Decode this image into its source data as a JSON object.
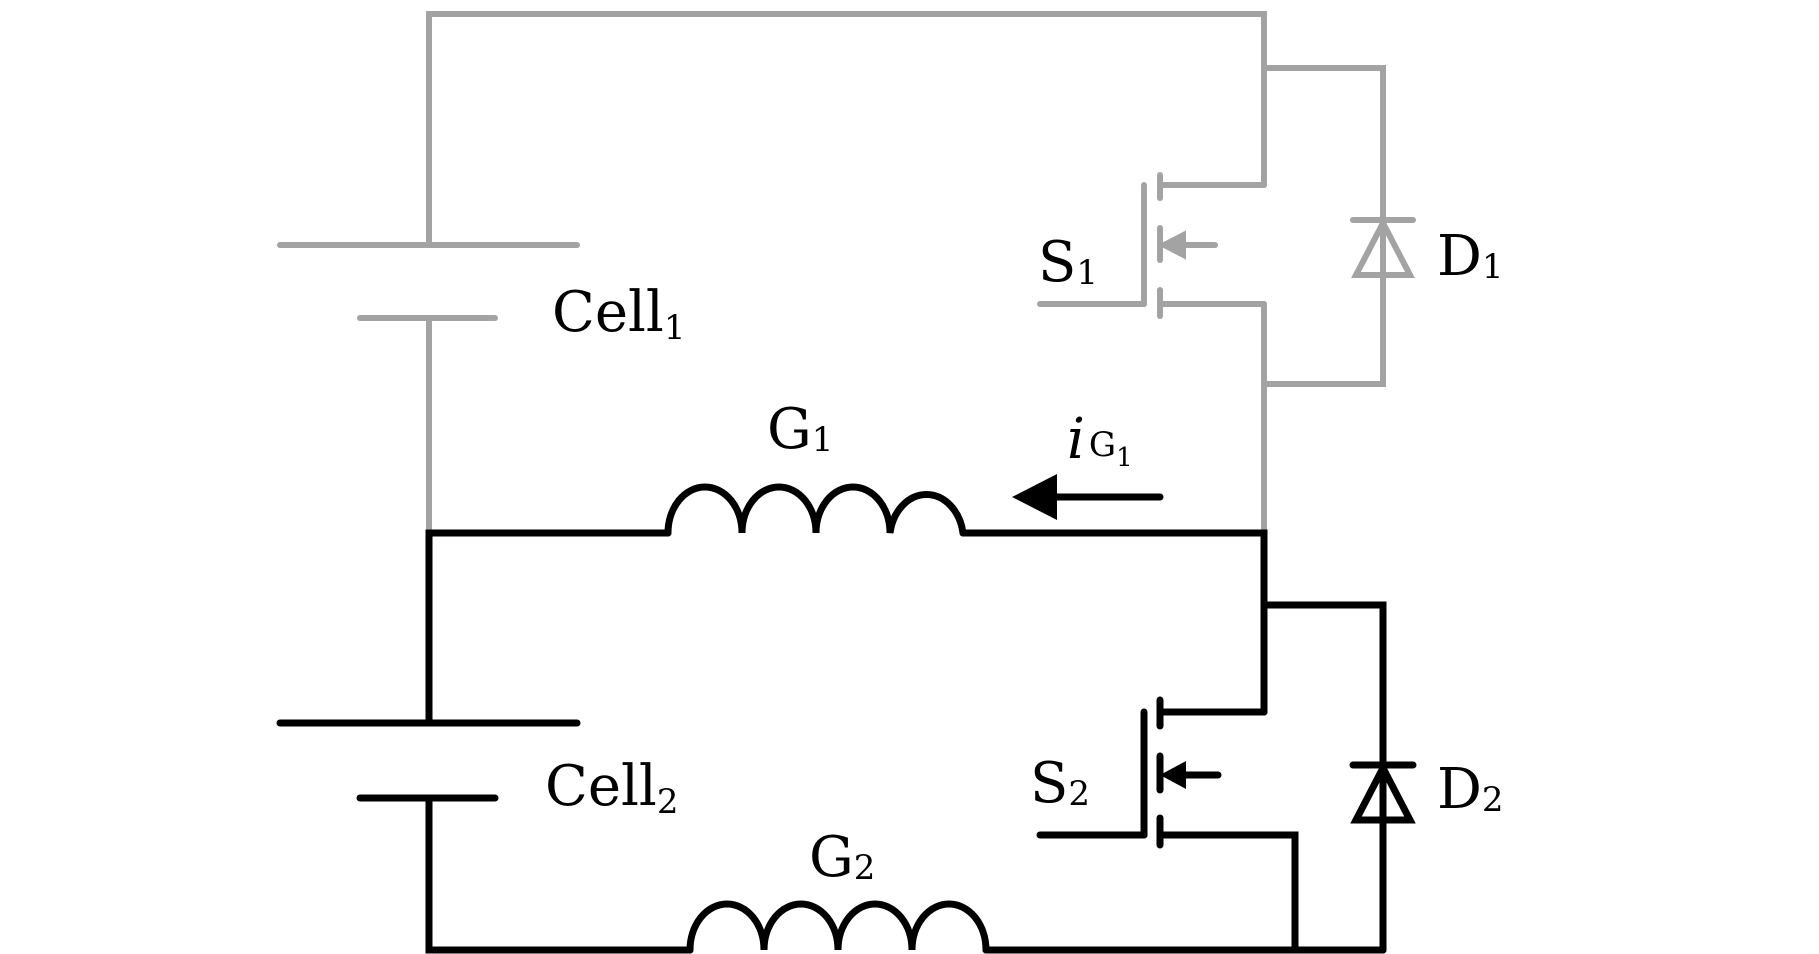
{
  "colors": {
    "active_circuit": "#000000",
    "inactive_circuit": "#a3a3a3",
    "background": "#ffffff"
  },
  "labels": {
    "cell1": {
      "main": "Cell",
      "sub": "1"
    },
    "cell2": {
      "main": "Cell",
      "sub": "2"
    },
    "g1": {
      "main": "G",
      "sub": "1"
    },
    "g2": {
      "main": "G",
      "sub": "2"
    },
    "s1": {
      "main": "S",
      "sub": "1"
    },
    "s2": {
      "main": "S",
      "sub": "2"
    },
    "d1": {
      "main": "D",
      "sub": "1"
    },
    "d2": {
      "main": "D",
      "sub": "2"
    },
    "current": {
      "main": "i",
      "sub": "G",
      "subsub": "1"
    }
  }
}
